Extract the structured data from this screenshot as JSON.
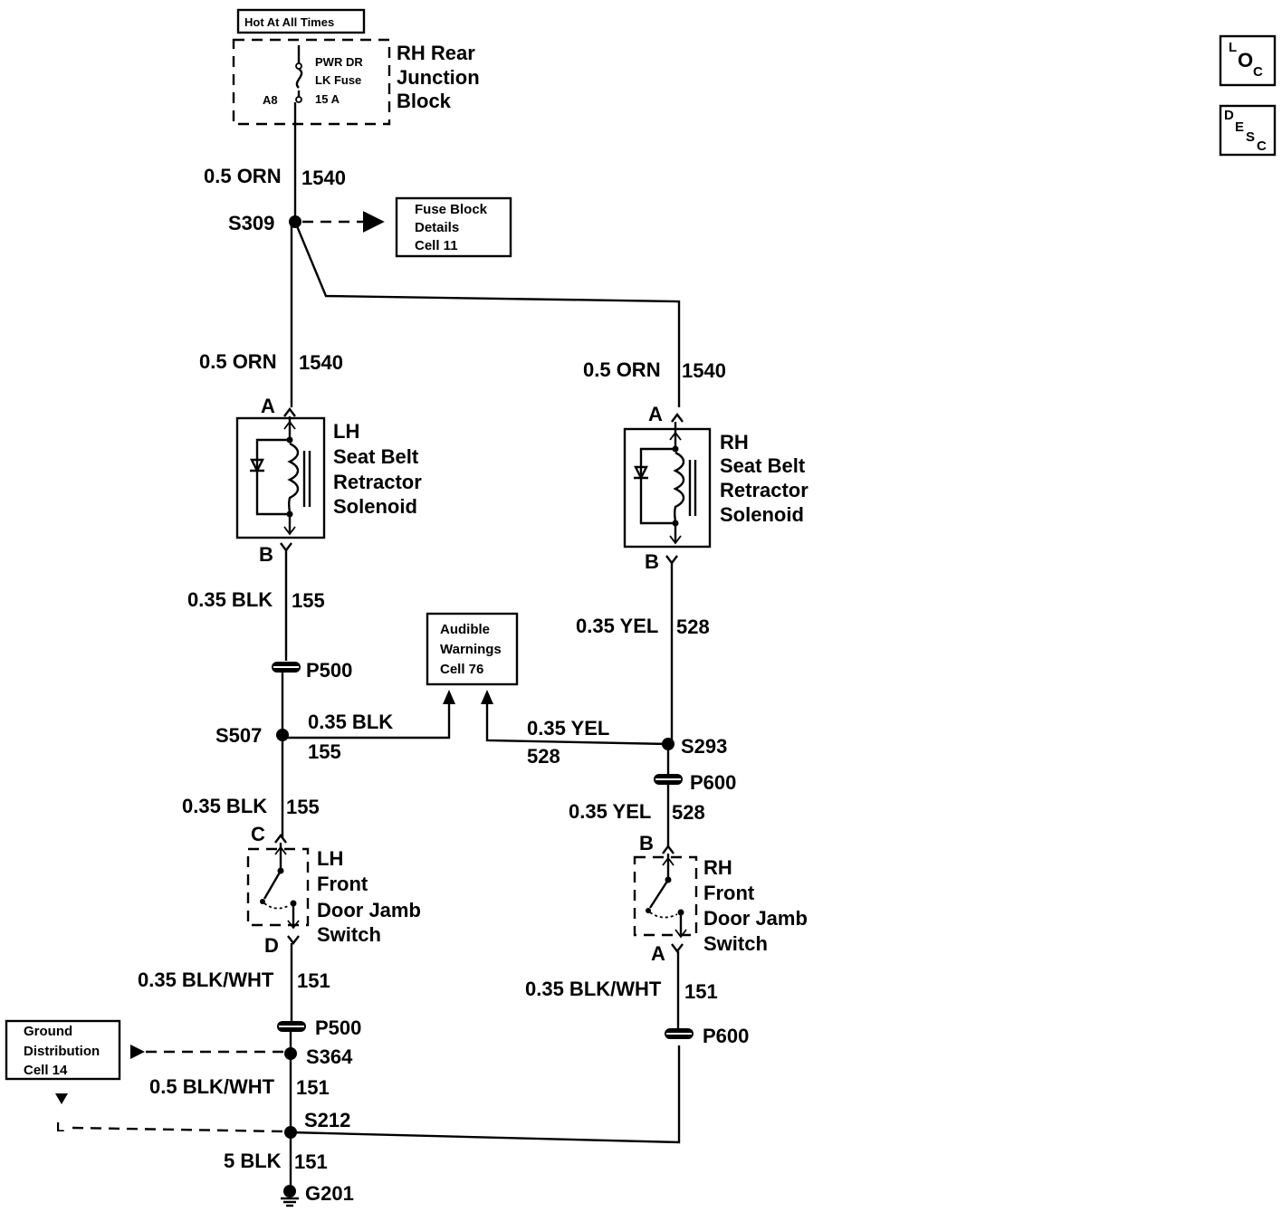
{
  "header": {
    "hot_box": "Hot At All Times",
    "fuse_line1": "PWR DR",
    "fuse_line2": "LK Fuse",
    "fuse_line3": "15 A",
    "fuse_cavity": "A8",
    "block_line1": "RH Rear",
    "block_line2": "Junction",
    "block_line3": "Block"
  },
  "refs": {
    "fuse_block_line1": "Fuse Block",
    "fuse_block_line2": "Details",
    "fuse_block_line3": "Cell 11",
    "audible_line1": "Audible",
    "audible_line2": "Warnings",
    "audible_line3": "Cell 76",
    "ground_line1": "Ground",
    "ground_line2": "Distribution",
    "ground_line3": "Cell 14",
    "ground_offpage": "L"
  },
  "badges": {
    "loc_1": "L",
    "loc_2": "O",
    "loc_3": "C",
    "desc_1": "D",
    "desc_2": "E",
    "desc_3": "S",
    "desc_4": "C"
  },
  "wires": {
    "w1_size": "0.5 ORN",
    "w1_circuit": "1540",
    "w2_size": "0.5 ORN",
    "w2_circuit": "1540",
    "w3_size": "0.5 ORN",
    "w3_circuit": "1540",
    "w4_size": "0.35 BLK",
    "w4_circuit": "155",
    "w5_size": "0.35 BLK",
    "w5_circuit": "155",
    "w6_size": "0.35 BLK",
    "w6_circuit": "155",
    "w7_size": "0.35 YEL",
    "w7_circuit": "528",
    "w8_size": "0.35 YEL",
    "w8_circuit": "528",
    "w9_size": "0.35 YEL",
    "w9_circuit": "528",
    "w10_size": "0.35 BLK/WHT",
    "w10_circuit": "151",
    "w11_size": "0.35 BLK/WHT",
    "w11_circuit": "151",
    "w12_size": "0.5 BLK/WHT",
    "w12_circuit": "151",
    "w13_size": "5 BLK",
    "w13_circuit": "151"
  },
  "splices": {
    "s309": "S309",
    "s507": "S507",
    "s293": "S293",
    "s364": "S364",
    "s212": "S212",
    "g201": "G201"
  },
  "connectors": {
    "p500_a": "P500",
    "p500_b": "P500",
    "p600_a": "P600",
    "p600_b": "P600"
  },
  "pins": {
    "lh_sol_a": "A",
    "lh_sol_b": "B",
    "rh_sol_a": "A",
    "rh_sol_b": "B",
    "lh_sw_c": "C",
    "lh_sw_d": "D",
    "rh_sw_b": "B",
    "rh_sw_a": "A"
  },
  "components": {
    "lh_sol_1": "LH",
    "lh_sol_2": "Seat Belt",
    "lh_sol_3": "Retractor",
    "lh_sol_4": "Solenoid",
    "rh_sol_1": "RH",
    "rh_sol_2": "Seat Belt",
    "rh_sol_3": "Retractor",
    "rh_sol_4": "Solenoid",
    "lh_sw_1": "LH",
    "lh_sw_2": "Front",
    "lh_sw_3": "Door Jamb",
    "lh_sw_4": "Switch",
    "rh_sw_1": "RH",
    "rh_sw_2": "Front",
    "rh_sw_3": "Door Jamb",
    "rh_sw_4": "Switch"
  }
}
